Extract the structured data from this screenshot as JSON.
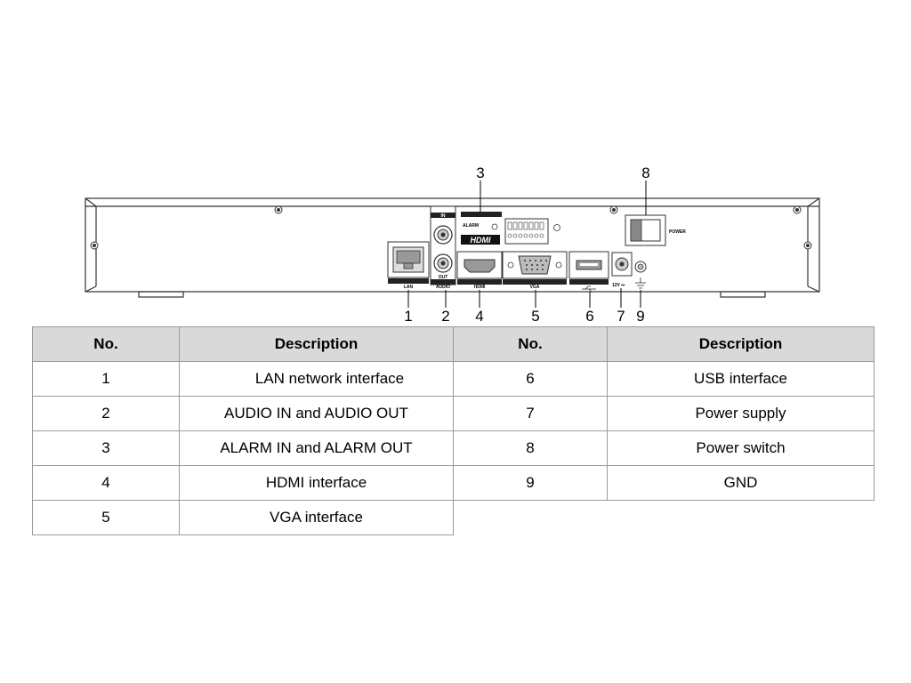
{
  "diagram": {
    "callouts": [
      "1",
      "2",
      "3",
      "4",
      "5",
      "6",
      "7",
      "8",
      "9"
    ],
    "panel_labels": {
      "lan": "LAN",
      "audio_in": "IN",
      "audio_out": "OUT",
      "audio": "AUDIO",
      "alarm": "ALARM",
      "hdmi_top": "HDMI",
      "hdmi_bottom": "HDMI",
      "vga": "VGA",
      "usb": "USB",
      "dc": "12V ⎓",
      "power": "POWER"
    }
  },
  "table": {
    "headers": [
      "No.",
      "Description",
      "No.",
      "Description"
    ],
    "rows": [
      {
        "no_a": "1",
        "desc_a": "LAN network interface",
        "no_b": "6",
        "desc_b": "USB interface"
      },
      {
        "no_a": "2",
        "desc_a": "AUDIO IN and AUDIO OUT",
        "no_b": "7",
        "desc_b": "Power supply"
      },
      {
        "no_a": "3",
        "desc_a": "ALARM IN and ALARM OUT",
        "no_b": "8",
        "desc_b": "Power switch"
      },
      {
        "no_a": "4",
        "desc_a": "HDMI interface",
        "no_b": "9",
        "desc_b": "GND"
      },
      {
        "no_a": "5",
        "desc_a": "VGA interface"
      }
    ]
  }
}
